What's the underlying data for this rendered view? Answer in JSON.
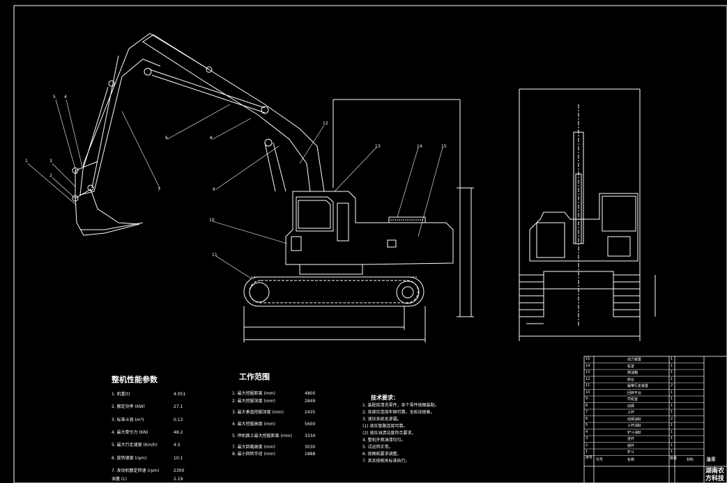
{
  "params_title": "整机性能参数",
  "params": [
    {
      "label": "1. 机重(t)",
      "value": "4.051"
    },
    {
      "label": "2. 额定功率 (KW)",
      "value": "27.1"
    },
    {
      "label": "3. 标准斗容 (m³)",
      "value": "0.13"
    },
    {
      "label": "4. 最大牵引力 (KN)",
      "value": "48.2"
    },
    {
      "label": "5. 最大行走速度 (Km/h)",
      "value": "4.5"
    },
    {
      "label": "6. 旋转速度 (rpm)",
      "value": "10.1"
    },
    {
      "label": "7. 发动机额定转速 (rpm)",
      "value": "2300"
    },
    {
      "label": "油量 (L)",
      "value": "2.19"
    }
  ],
  "range_title": "工作范围",
  "ranges": [
    {
      "label": "1. 最大挖掘距离 (mm)",
      "value": "4800"
    },
    {
      "label": "2. 最大挖掘深度 (mm)",
      "value": "2849"
    },
    {
      "label": "3. 最大垂直挖掘深度 (mm)",
      "value": "2435"
    },
    {
      "label": "4. 最大挖掘高度 (mm)",
      "value": "5600"
    },
    {
      "label": "5. 停机面上最大挖掘距离 (mm)",
      "value": "3334"
    },
    {
      "label": "7. 最大卸载高度 (mm)",
      "value": "3030"
    },
    {
      "label": "8. 最小回转半径 (mm)",
      "value": "1888"
    }
  ],
  "tech_title": "技术要求：",
  "tech_lines": [
    "1. 装配前清洗零件，各个零件按图装配。",
    "2. 各部位连接牢固可靠，无松动现象。",
    "3. 液压系统无渗漏。",
    "(1) 液压管路连接可靠。",
    "(2) 液压油清洁度符合要求。",
    "4. 整机外观油漆均匀。",
    "5. 试运转正常。",
    "6. 按图纸要求调整。",
    "7. 其余按相关标准执行。"
  ],
  "bom": [
    {
      "no": "15",
      "name": "动力装置",
      "qty": "1"
    },
    {
      "no": "14",
      "name": "机罩",
      "qty": "1"
    },
    {
      "no": "13",
      "name": "燃油箱",
      "qty": "1"
    },
    {
      "no": "12",
      "name": "转台",
      "qty": "1"
    },
    {
      "no": "11",
      "name": "履带行走装置",
      "qty": "2"
    },
    {
      "no": "10",
      "name": "回转平台",
      "qty": "1"
    },
    {
      "no": "9",
      "name": "司机室",
      "qty": "1"
    },
    {
      "no": "8",
      "name": "动臂",
      "qty": "1"
    },
    {
      "no": "7",
      "name": "斗杆",
      "qty": "1"
    },
    {
      "no": "6",
      "name": "动臂油缸",
      "qty": "2"
    },
    {
      "no": "5",
      "name": "斗杆油缸",
      "qty": "1"
    },
    {
      "no": "4",
      "name": "铲斗油缸",
      "qty": "1"
    },
    {
      "no": "3",
      "name": "连杆",
      "qty": "1"
    },
    {
      "no": "2",
      "name": "摇杆",
      "qty": "1"
    },
    {
      "no": "1",
      "name": "铲斗",
      "qty": "1"
    }
  ],
  "bom_header": {
    "no": "序号",
    "code": "代号",
    "name": "名称",
    "qty": "数量",
    "material": "材料",
    "remark": "备注"
  },
  "title_block": {
    "school": "湖南农",
    "dept": "方科技",
    "extra": "总重"
  }
}
